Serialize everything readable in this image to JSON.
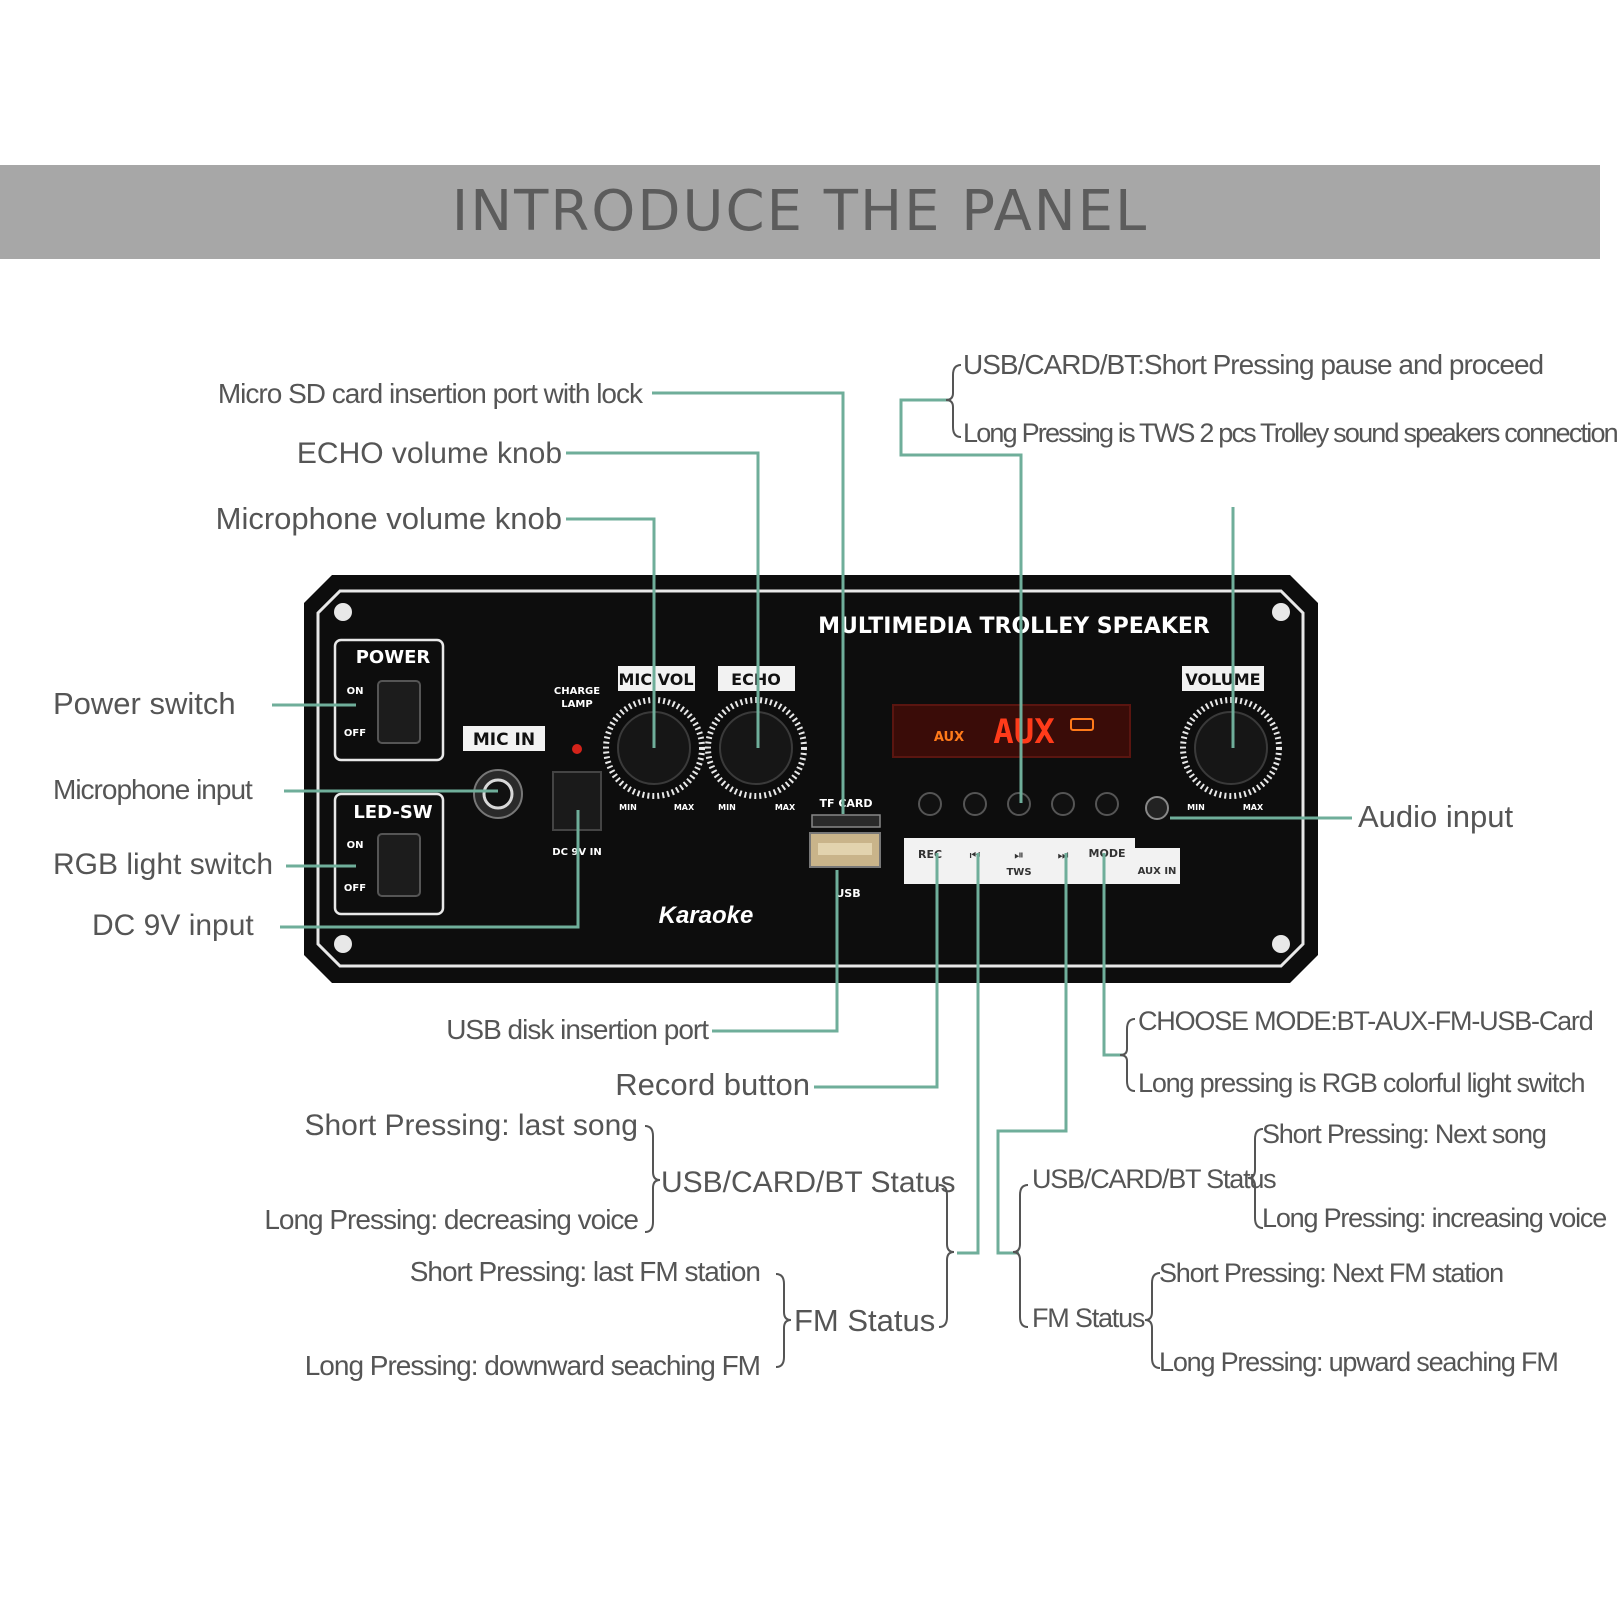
{
  "header": {
    "title": "INTRODUCE THE PANEL"
  },
  "panel": {
    "title": "MULTIMEDIA TROLLEY SPEAKER",
    "power": "POWER",
    "on": "ON",
    "off": "OFF",
    "led_sw": "LED-SW",
    "mic_in": "MIC IN",
    "charge_lamp_1": "CHARGE",
    "charge_lamp_2": "LAMP",
    "dc_in": "DC 9V IN",
    "mic_vol": "MIC VOL",
    "echo": "ECHO",
    "min": "MIN",
    "max": "MAX",
    "tf_card": "TF CARD",
    "usb": "USB",
    "karaoke": "Karaoke",
    "display": "AUX",
    "display_small": "AUX",
    "volume": "VOLUME",
    "rec": "REC",
    "prev_sym": "⏮",
    "play_sym": "⏯",
    "next_sym": "⏭",
    "tws": "TWS",
    "mode": "MODE",
    "aux_in": "AUX IN",
    "colors": {
      "panel": "#0d0d0d",
      "display_red": "#ff3b1a",
      "leader": "#6fae9a"
    }
  },
  "labels": {
    "micro_sd": "Micro SD card insertion port with lock",
    "echo_knob": "ECHO volume knob",
    "mic_knob": "Microphone volume knob",
    "play_short": "USB/CARD/BT:Short Pressing pause and proceed",
    "play_long": "Long Pressing is TWS 2 pcs Trolley sound speakers connection",
    "power_switch": "Power switch",
    "mic_input": "Microphone input",
    "rgb_switch": "RGB light switch",
    "dc_input": "DC 9V input",
    "audio_input": "Audio input",
    "usb_port": "USB disk insertion port",
    "record": "Record button",
    "mode_short": "CHOOSE MODE:BT-AUX-FM-USB-Card",
    "mode_long": "Long pressing is RGB colorful light switch",
    "prev_usb_short": "Short Pressing: last song",
    "prev_usb_long": "Long Pressing: decreasing voice",
    "prev_usb_status": "USB/CARD/BT Status",
    "prev_fm_short": "Short Pressing: last FM station",
    "prev_fm_long": "Long Pressing: downward seaching FM",
    "prev_fm_status": "FM Status",
    "next_usb_status": "USB/CARD/BT Status",
    "next_usb_short": "Short Pressing: Next song",
    "next_usb_long": "Long Pressing: increasing voice",
    "next_fm_status": "FM Status",
    "next_fm_short": "Short Pressing: Next FM station",
    "next_fm_long": "Long Pressing: upward seaching FM"
  }
}
